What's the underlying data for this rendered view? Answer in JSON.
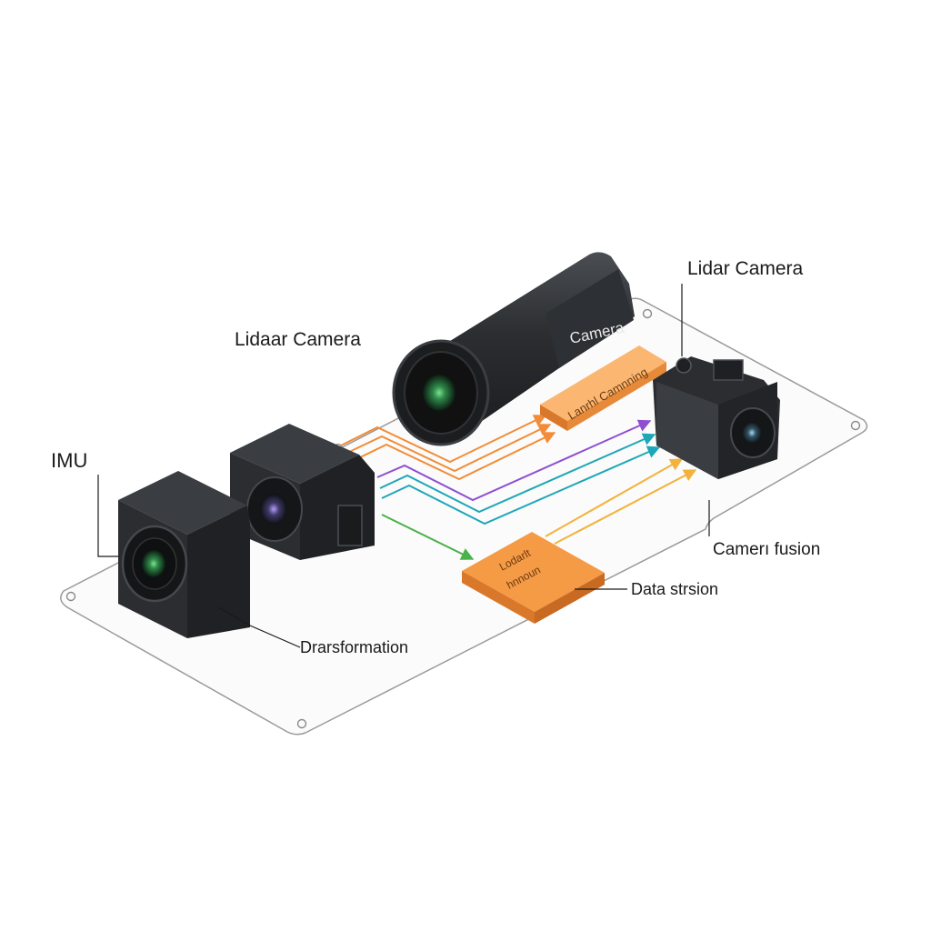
{
  "labels": {
    "imu": "IMU",
    "lidar_camera_left": "Lidaar Camera",
    "lidar_camera_right": "Lidar Camera",
    "transformation": "Drarsformation",
    "data_fusion": "Data strsion",
    "camera_fusion": "Camerı fusion",
    "camera_body": "Camera",
    "chip_top": "Lanrhl Camnning",
    "chip_bottom_line1": "Lodarlt",
    "chip_bottom_line2": "hnnoun"
  },
  "colors": {
    "board_fill": "#fbfbfb",
    "board_stroke": "#9a9a9a",
    "device_dark": "#2b2d30",
    "device_mid": "#3a3d41",
    "device_light": "#4a4e53",
    "chip_orange": "#f59a45",
    "chip_orange_dark": "#d9782a",
    "line_orange": "#f28c38",
    "line_purple": "#8e4fd0",
    "line_teal": "#1ea7b8",
    "line_green": "#49b24a",
    "line_yellow": "#f3b23c",
    "lens_glow": "#2f8a4a"
  },
  "icons": {
    "mounting_hole": "circle-hole-icon",
    "arrow_head": "arrow-head-icon"
  }
}
